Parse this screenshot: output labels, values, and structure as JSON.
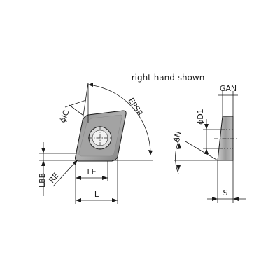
{
  "caption": "right hand shown",
  "labels": {
    "epsr": "EPSR",
    "ic": "ϕIC",
    "re": "RE",
    "le": "LE",
    "l": "L",
    "lbb": "LBB",
    "an": "AN",
    "d1": "ϕD1",
    "gan": "GAN",
    "s": "S"
  },
  "colors": {
    "insert_face": "#9b9b9b",
    "insert_edge": "#c6c6c6",
    "hole_ring": "#d8d8d8",
    "hole": "#f4f4f4",
    "side_face": "#a9a9a9",
    "line": "#1a1a1a"
  }
}
